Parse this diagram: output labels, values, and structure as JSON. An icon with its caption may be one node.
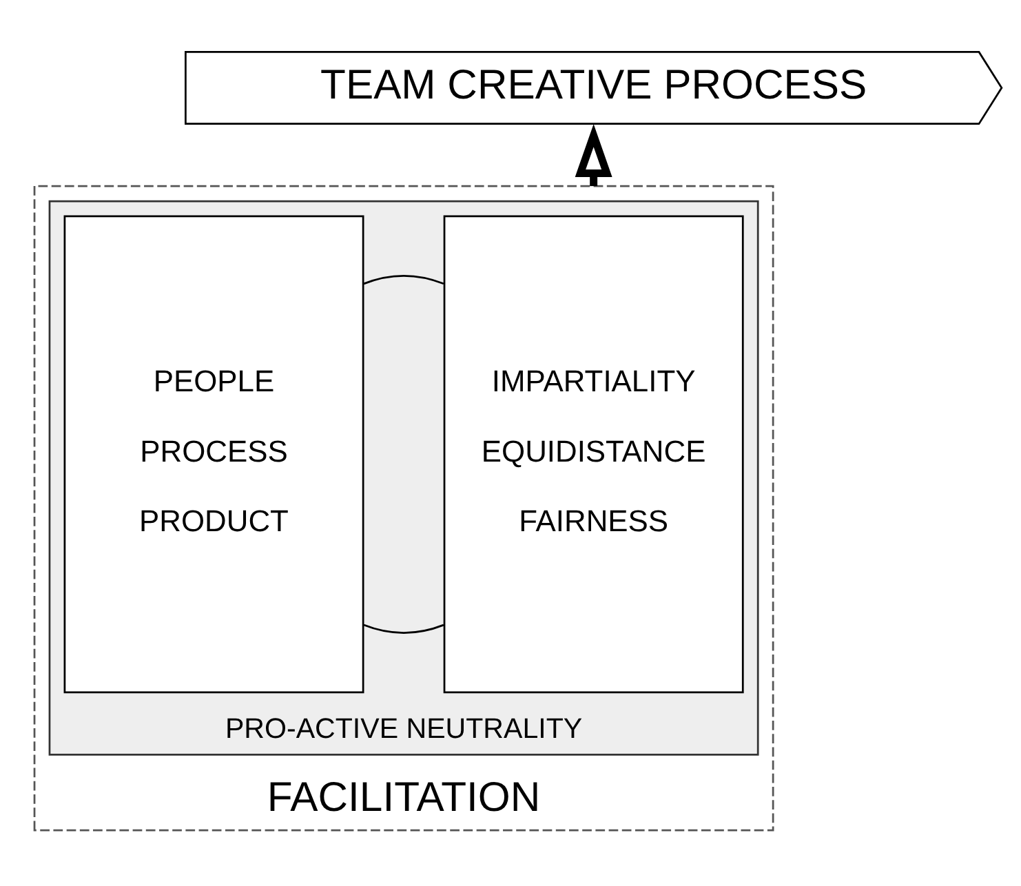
{
  "diagram": {
    "nodes": [
      {
        "text": [
          "TEAM CREATIVE PROCESS"
        ]
      },
      {
        "text": [
          "FACILITATION"
        ]
      },
      {
        "text": [
          "PRO-ACTIVE NEUTRALITY"
        ],
        "in": 1
      },
      {
        "text": [
          "IMPARTIALITY",
          "EQUIDISTANCE",
          "FAIRNESS"
        ],
        "in": 2
      },
      {
        "text": [
          "PEOPLE",
          "PROCESS",
          "PRODUCT"
        ],
        "in": 2
      }
    ],
    "edges": [
      {
        "from": 1,
        "to": 0,
        "arrow": "to",
        "style": "thick"
      },
      {
        "from": 3,
        "to": 4,
        "arrow": "none"
      },
      {
        "from": 3,
        "to": 4,
        "arrow": "none"
      }
    ]
  }
}
